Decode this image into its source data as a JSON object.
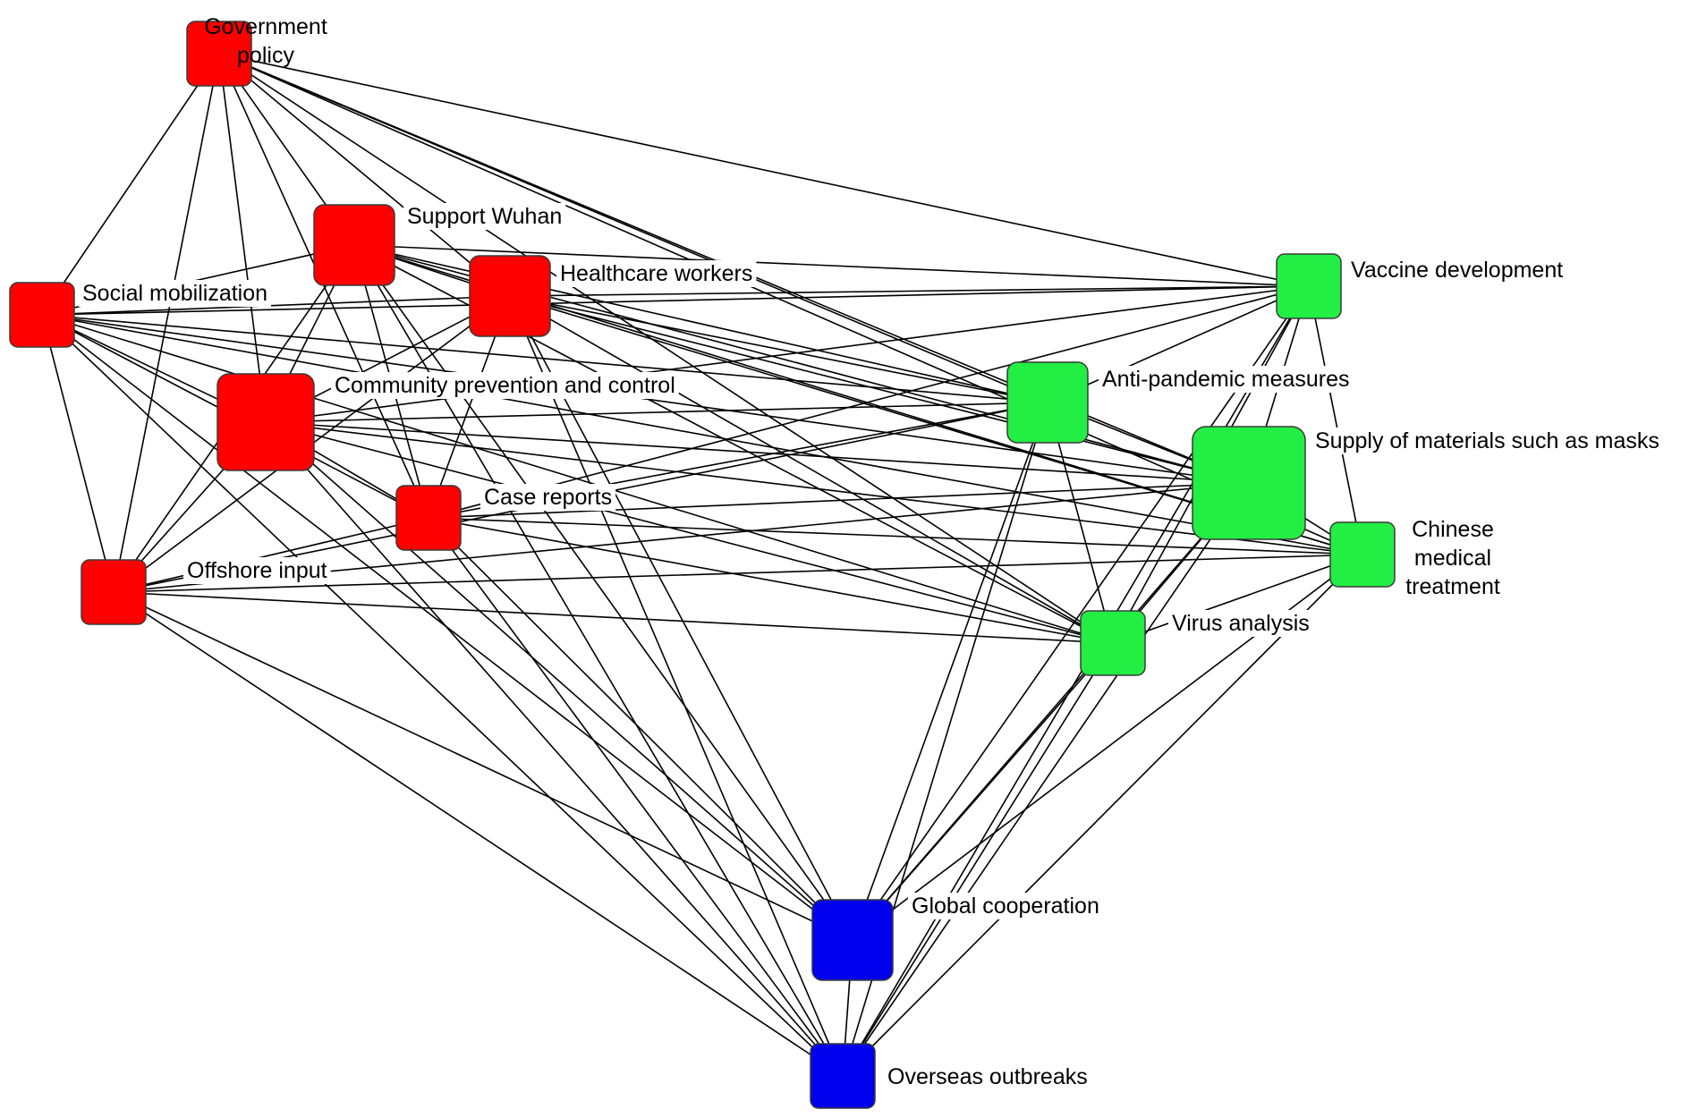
{
  "diagram": {
    "groups": {
      "domestic": {
        "color": "#ff0000"
      },
      "research": {
        "color": "#22ee44"
      },
      "international": {
        "color": "#0000ee"
      }
    },
    "nodes": [
      {
        "id": "government-policy",
        "label_lines": [
          "Government",
          "policy"
        ],
        "group": "domestic"
      },
      {
        "id": "support-wuhan",
        "label_lines": [
          "Support  Wuhan"
        ],
        "group": "domestic"
      },
      {
        "id": "social-mobilization",
        "label_lines": [
          "Social mobilization"
        ],
        "group": "domestic"
      },
      {
        "id": "healthcare-workers",
        "label_lines": [
          "Healthcare workers"
        ],
        "group": "domestic"
      },
      {
        "id": "community-prevention-and-control",
        "label_lines": [
          "Community prevention and control"
        ],
        "group": "domestic"
      },
      {
        "id": "case-reports",
        "label_lines": [
          "Case reports"
        ],
        "group": "domestic"
      },
      {
        "id": "offshore-input",
        "label_lines": [
          "Offshore input"
        ],
        "group": "domestic"
      },
      {
        "id": "vaccine-development",
        "label_lines": [
          "Vaccine development"
        ],
        "group": "research"
      },
      {
        "id": "anti-pandemic-measures",
        "label_lines": [
          "Anti-pandemic measures"
        ],
        "group": "research"
      },
      {
        "id": "supply-of-materials",
        "label_lines": [
          "Supply of materials such as masks"
        ],
        "group": "research"
      },
      {
        "id": "chinese-medical-treatment",
        "label_lines": [
          "Chinese",
          "medical",
          "treatment"
        ],
        "group": "research"
      },
      {
        "id": "virus-analysis",
        "label_lines": [
          "Virus analysis"
        ],
        "group": "research"
      },
      {
        "id": "global-cooperation",
        "label_lines": [
          "Global cooperation"
        ],
        "group": "international"
      },
      {
        "id": "overseas-outbreaks",
        "label_lines": [
          "Overseas outbreaks"
        ],
        "group": "international"
      }
    ]
  }
}
